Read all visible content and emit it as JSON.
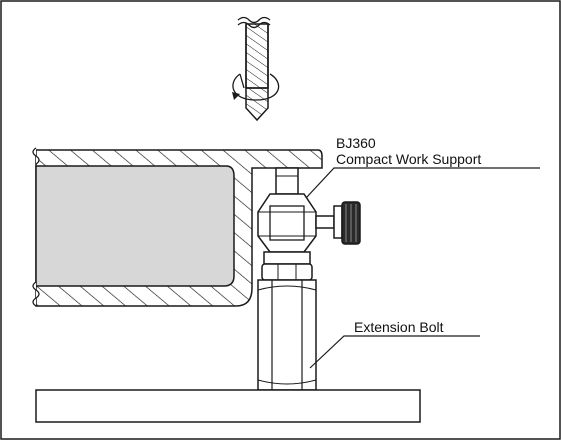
{
  "callouts": {
    "work_support_model": "BJ360",
    "work_support_name": "Compact Work Support",
    "extension_bolt": "Extension Bolt"
  },
  "colors": {
    "stroke": "#1a1a1a",
    "workpiece_fill": "#d7d7d7",
    "part_fill": "#ffffff",
    "knob_fill": "#2a2a2a"
  }
}
